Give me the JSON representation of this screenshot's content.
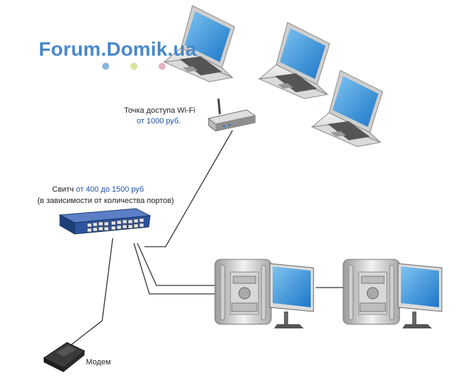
{
  "logo": {
    "text": "Forum.Domik.ua",
    "color": "#4a89c8",
    "dots": [
      "#8fb3d9",
      "#d9e39a",
      "#e6b3c4"
    ]
  },
  "wifi": {
    "label": "Точка доступа Wi-Fi",
    "price": "от 1000 руб."
  },
  "switch": {
    "label": "Свитч",
    "price": "от 400 до 1500 руб",
    "note": "(в зависимости от количества портов)"
  },
  "modem": {
    "label": "Модем"
  },
  "colors": {
    "accent": "#1f4fa8",
    "cable": "#333333"
  }
}
